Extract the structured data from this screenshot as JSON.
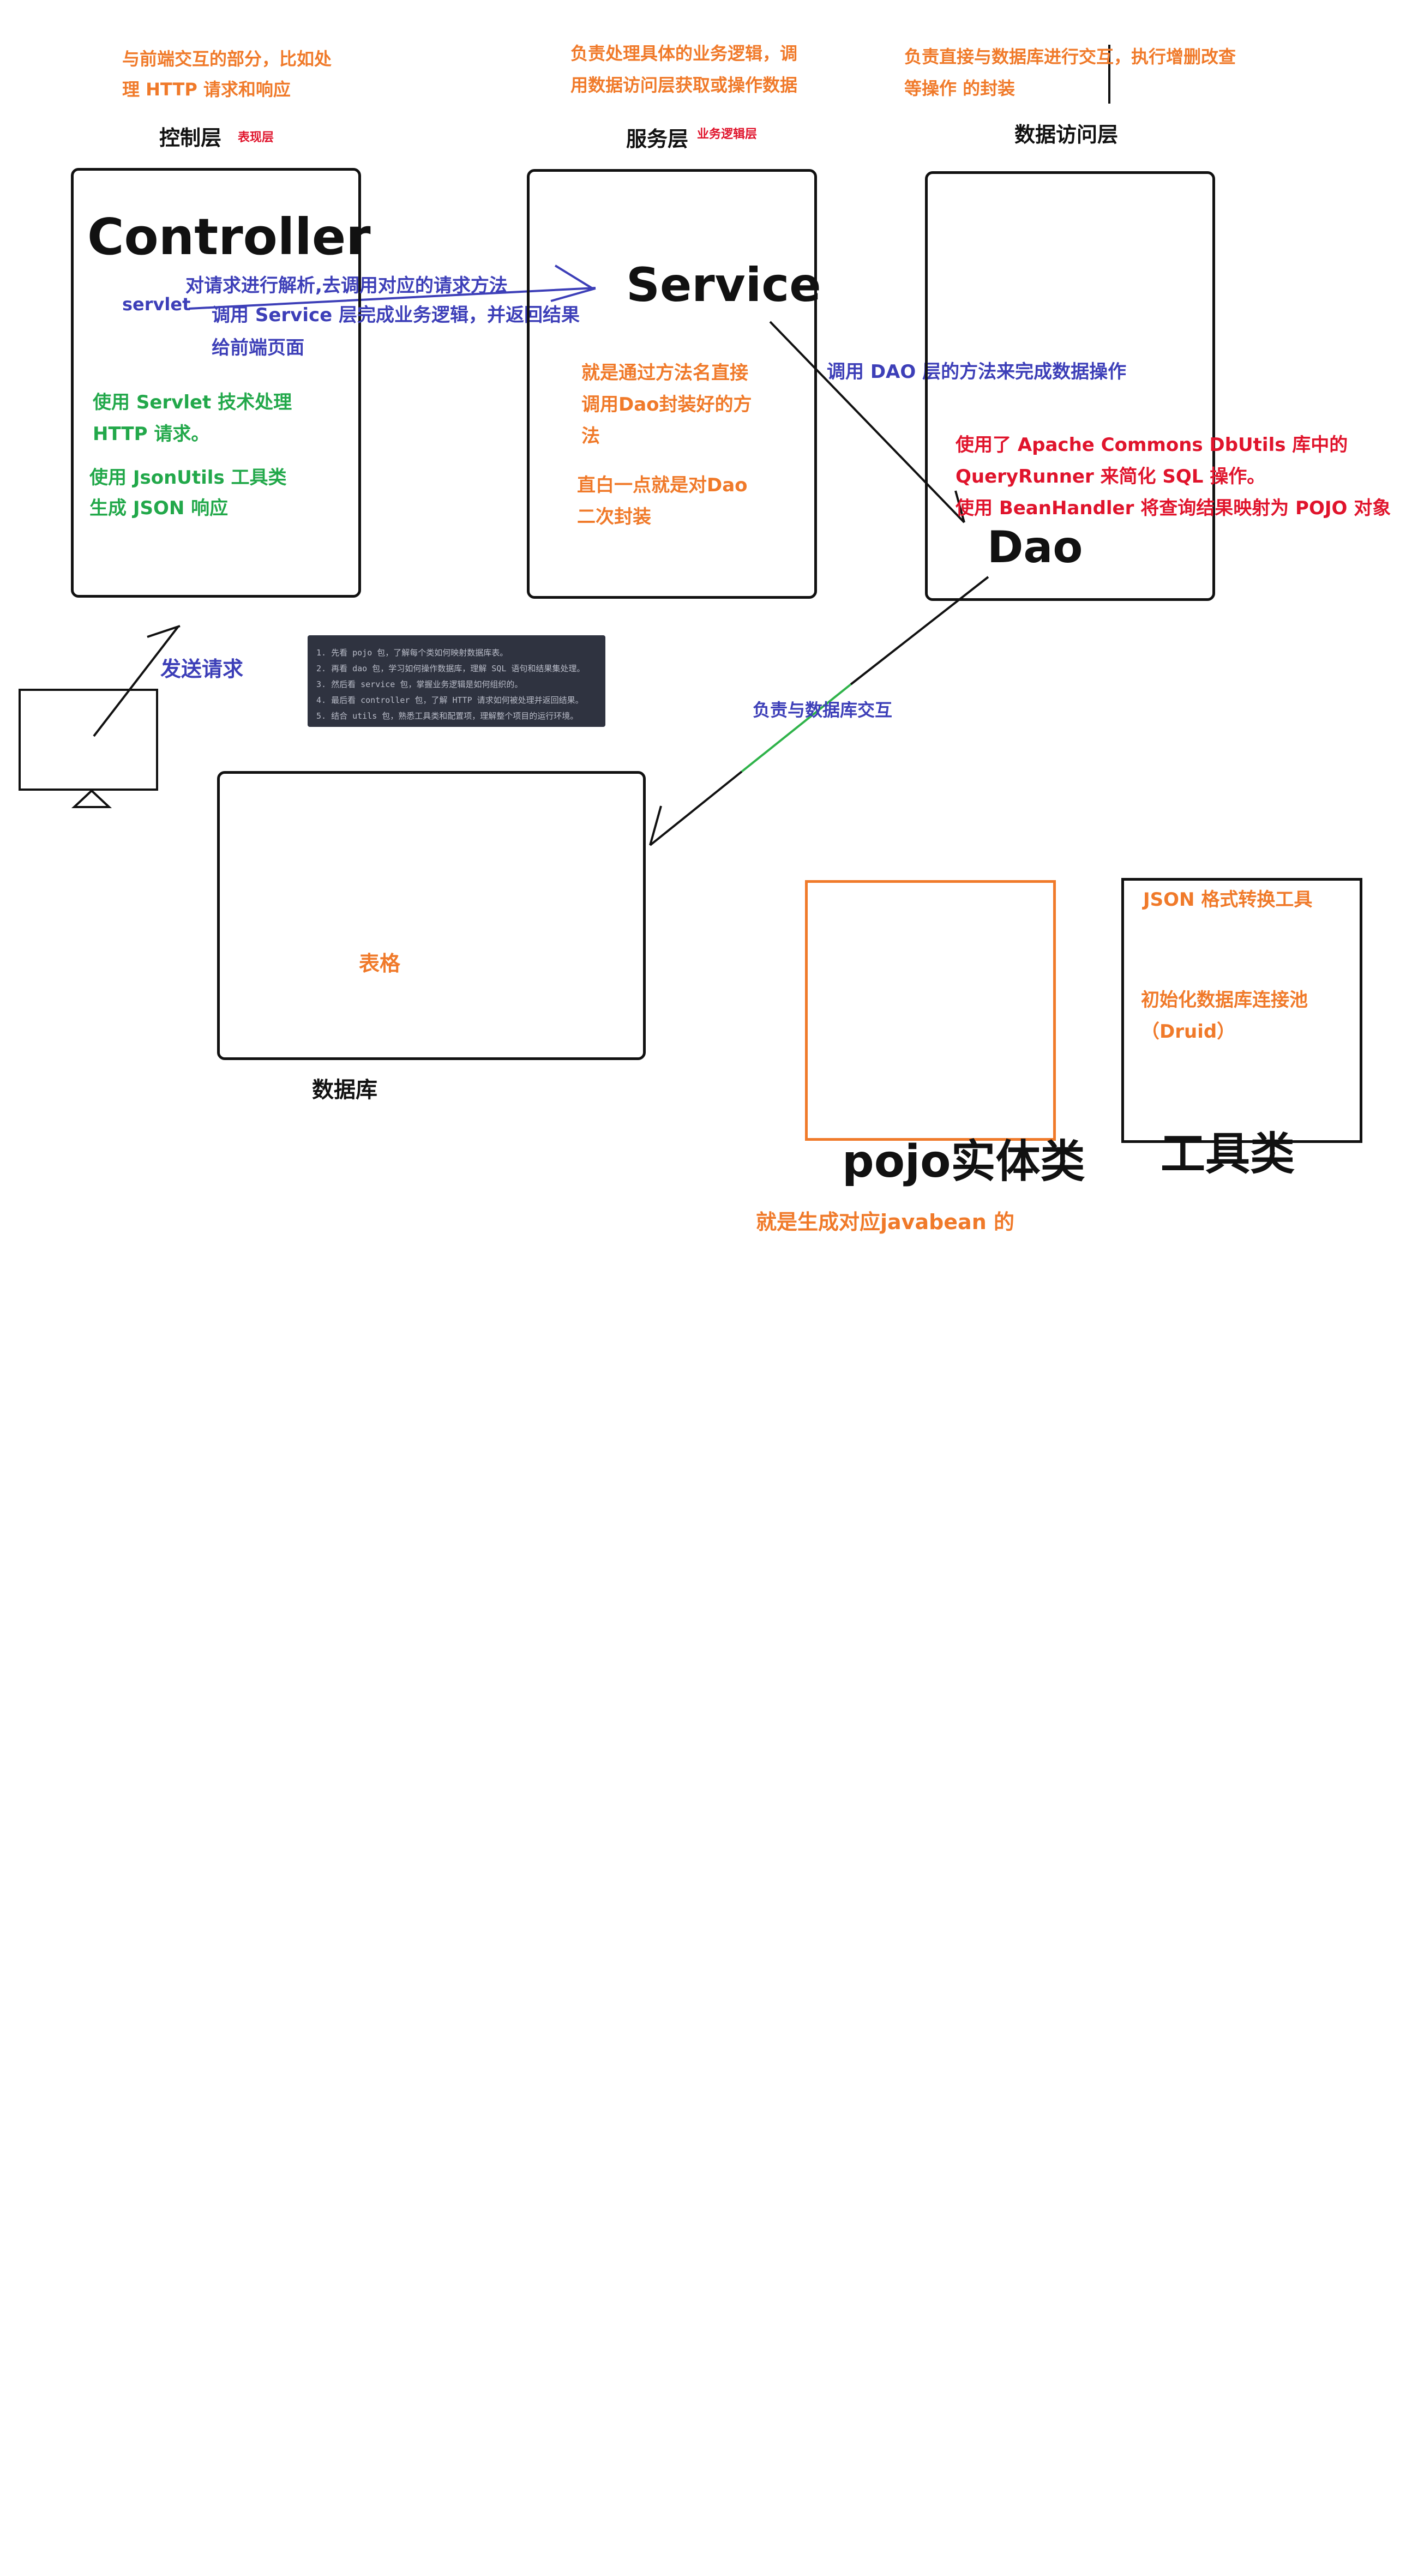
{
  "layers": {
    "controller": {
      "caption": "控制层",
      "tag": "表现层",
      "note": [
        "与前端交互的部分，比如处",
        "理 HTTP 请求和响应"
      ],
      "title": "Controller",
      "servlet_label": "servlet",
      "flow_line1": "对请求进行解析,去调用对应的请求方法",
      "flow_line2": "调用 Service 层完成业务逻辑，并返回结果",
      "flow_line3": "给前端页面",
      "green1": [
        "使用 Servlet 技术处理",
        "HTTP 请求。"
      ],
      "green2": [
        "使用 JsonUtils 工具类",
        "生成 JSON 响应"
      ]
    },
    "service": {
      "caption": "服务层",
      "tag": "业务逻辑层",
      "note": [
        "负责处理具体的业务逻辑，调",
        "用数据访问层获取或操作数据"
      ],
      "title": "Service",
      "desc1": [
        "就是通过方法名直接",
        "调用Dao封装好的方",
        "法"
      ],
      "desc2": [
        "直白一点就是对Dao",
        "二次封装"
      ],
      "call_dao": "调用 DAO 层的方法来完成数据操作"
    },
    "dao": {
      "caption": "数据访问层",
      "note": [
        "负责直接与数据库进行交互，执行增删改查",
        "等操作 的封装"
      ],
      "title": "Dao",
      "red_notes": [
        "使用了 Apache Commons DbUtils 库中的",
        "QueryRunner 来简化 SQL 操作。",
        "使用 BeanHandler 将查询结果映射为 POJO 对象"
      ]
    }
  },
  "client": {
    "send_request": "发送请求"
  },
  "code_note": {
    "lines": [
      "1. 先看 pojo 包，了解每个类如何映射数据库表。",
      "2. 再看 dao 包，学习如何操作数据库，理解 SQL 语句和结果集处理。",
      "3. 然后看 service 包，掌握业务逻辑是如何组织的。",
      "4. 最后看 controller 包，了解 HTTP 请求如何被处理并返回结果。",
      "5. 结合 utils 包，熟悉工具类和配置项，理解整个项目的运行环境。"
    ]
  },
  "database": {
    "interaction_label": "负责与数据库交互",
    "table_label": "表格",
    "caption": "数据库"
  },
  "pojo": {
    "caption": "pojo实体类",
    "note": "就是生成对应javabean 的"
  },
  "utils": {
    "json_tool": "JSON 格式转换工具",
    "pool": [
      "初始化数据库连接池",
      "（Druid）"
    ],
    "caption": "工具类"
  },
  "colors": {
    "orange": "#f07a2a",
    "blue": "#3d3fb8",
    "green": "#22a84a",
    "red": "#e0142c",
    "ink": "#111111",
    "note_bg": "#2f3340"
  }
}
